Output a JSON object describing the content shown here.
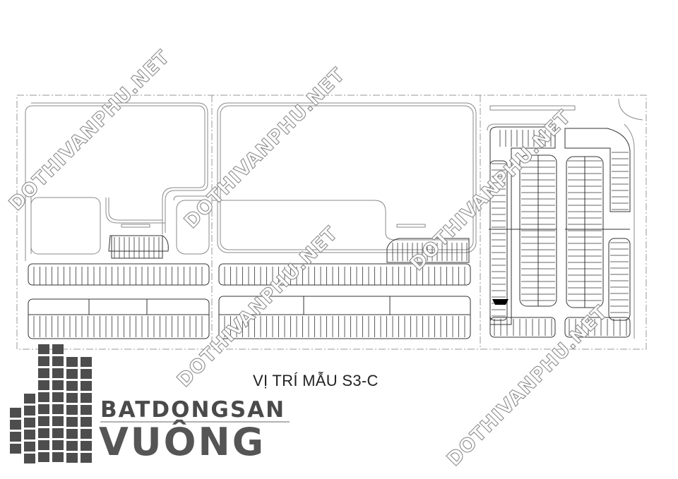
{
  "map": {
    "caption": "VỊ TRÍ MẪU S3-C",
    "watermark_text": "DOTHIVANPHU.NET",
    "highlighted_lot": "S3-C"
  },
  "brand": {
    "line1": "BATDONGSAN",
    "line2": "VUÔNG",
    "logo_icon": "building-grid-logo-icon"
  },
  "colors": {
    "lines": "#555555",
    "road": "#bdbdbd",
    "highlight": "#000000",
    "watermark": "#9a9a9a",
    "logo": "#4d4d4d"
  }
}
